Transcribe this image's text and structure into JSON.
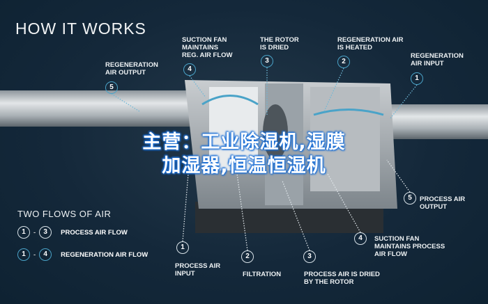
{
  "title": "HOW IT WORKS",
  "callouts_top": [
    {
      "num": "5",
      "text": "REGENERATION\nAIR OUTPUT"
    },
    {
      "num": "4",
      "text": "SUCTION FAN\nMAINTAINS\nREG. AIR FLOW"
    },
    {
      "num": "3",
      "text": "THE ROTOR\nIS DRIED"
    },
    {
      "num": "2",
      "text": "REGENERATION AIR\nIS HEATED"
    },
    {
      "num": "1",
      "text": "REGENERATION\nAIR INPUT"
    }
  ],
  "callouts_bottom": [
    {
      "num": "1",
      "text": "PROCESS AIR\nINPUT"
    },
    {
      "num": "2",
      "text": "FILTRATION"
    },
    {
      "num": "3",
      "text": "PROCESS AIR IS DRIED\nBY THE ROTOR"
    },
    {
      "num": "4",
      "text": "SUCTION FAN\nMAINTAINS PROCESS\nAIR FLOW"
    },
    {
      "num": "5",
      "text": "PROCESS AIR\nOUTPUT"
    }
  ],
  "legend": {
    "title": "TWO FLOWS OF AIR",
    "rows": [
      {
        "from": "1",
        "to": "3",
        "label": "PROCESS AIR FLOW",
        "color": "#d8e2e8"
      },
      {
        "from": "1",
        "to": "4",
        "label": "REGENERATION AIR FLOW",
        "color": "#4aa3c8"
      }
    ]
  },
  "overlay": {
    "line1": "主营：工业除湿机,湿膜",
    "line2": "加湿器,恒温恒湿机"
  }
}
